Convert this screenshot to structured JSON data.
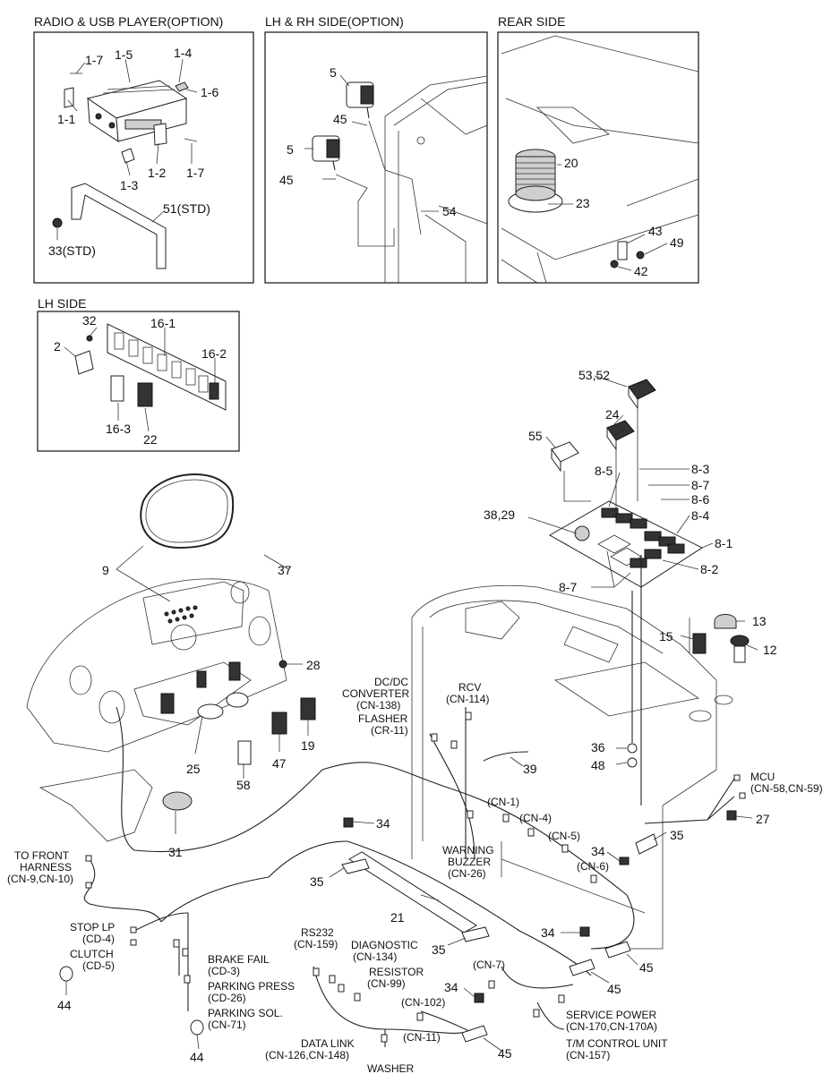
{
  "panels": {
    "radio": "RADIO & USB PLAYER(OPTION)",
    "side": "LH & RH SIDE(OPTION)",
    "rear": "REAR SIDE",
    "lh": "LH SIDE"
  },
  "radio_callouts": [
    "1-7",
    "1-5",
    "1-4",
    "1-6",
    "1-1",
    "1-2",
    "1-7",
    "1-3",
    "51(STD)",
    "33(STD)"
  ],
  "side_callouts": [
    "5",
    "45",
    "5",
    "45",
    "54"
  ],
  "rear_callouts": [
    "20",
    "23",
    "43",
    "49",
    "42"
  ],
  "lh_callouts": [
    "32",
    "16-1",
    "2",
    "16-2",
    "16-3",
    "22"
  ],
  "main_callouts": [
    "53,52",
    "24",
    "55",
    "8-3",
    "8-5",
    "8-7",
    "8-6",
    "8-4",
    "38,29",
    "8-1",
    "8-2",
    "8-7",
    "9",
    "37",
    "13",
    "15",
    "12",
    "28",
    "36",
    "48",
    "39",
    "19",
    "47",
    "25",
    "58",
    "31",
    "27",
    "34",
    "35",
    "34",
    "35",
    "21",
    "35",
    "34",
    "45",
    "44",
    "45",
    "34",
    "45",
    "44"
  ],
  "connectors": {
    "dcdc": [
      "DC/DC",
      "CONVERTER",
      "(CN-138)"
    ],
    "flasher": [
      "FLASHER",
      "(CR-11)"
    ],
    "rcv": [
      "RCV",
      "(CN-114)"
    ],
    "cn1": "(CN-1)",
    "cn4": "(CN-4)",
    "cn5": "(CN-5)",
    "cn6": "(CN-6)",
    "warning": [
      "WARNING",
      "BUZZER",
      "(CN-26)"
    ],
    "mcu": [
      "MCU",
      "(CN-58,CN-59)"
    ],
    "front": [
      "TO FRONT",
      "HARNESS",
      "(CN-9,CN-10)"
    ],
    "stop": [
      "STOP LP",
      "(CD-4)"
    ],
    "clutch": [
      "CLUTCH",
      "(CD-5)"
    ],
    "brake": [
      "BRAKE FAIL",
      "(CD-3)"
    ],
    "parkpress": [
      "PARKING PRESS",
      "(CD-26)"
    ],
    "parksol": [
      "PARKING SOL.",
      "(CN-71)"
    ],
    "rs232": [
      "RS232",
      "(CN-159)"
    ],
    "diag": [
      "DIAGNOSTIC",
      "(CN-134)"
    ],
    "resistor": [
      "RESISTOR",
      "(CN-99)"
    ],
    "cn7": "(CN-7)",
    "cn102": "(CN-102)",
    "cn11": "(CN-11)",
    "datalink": [
      "DATA LINK",
      "(CN-126,CN-148)"
    ],
    "service": [
      "SERVICE POWER",
      "(CN-170,CN-170A)"
    ],
    "tm": [
      "T/M CONTROL UNIT",
      "(CN-157)"
    ],
    "washer": "WASHER"
  }
}
